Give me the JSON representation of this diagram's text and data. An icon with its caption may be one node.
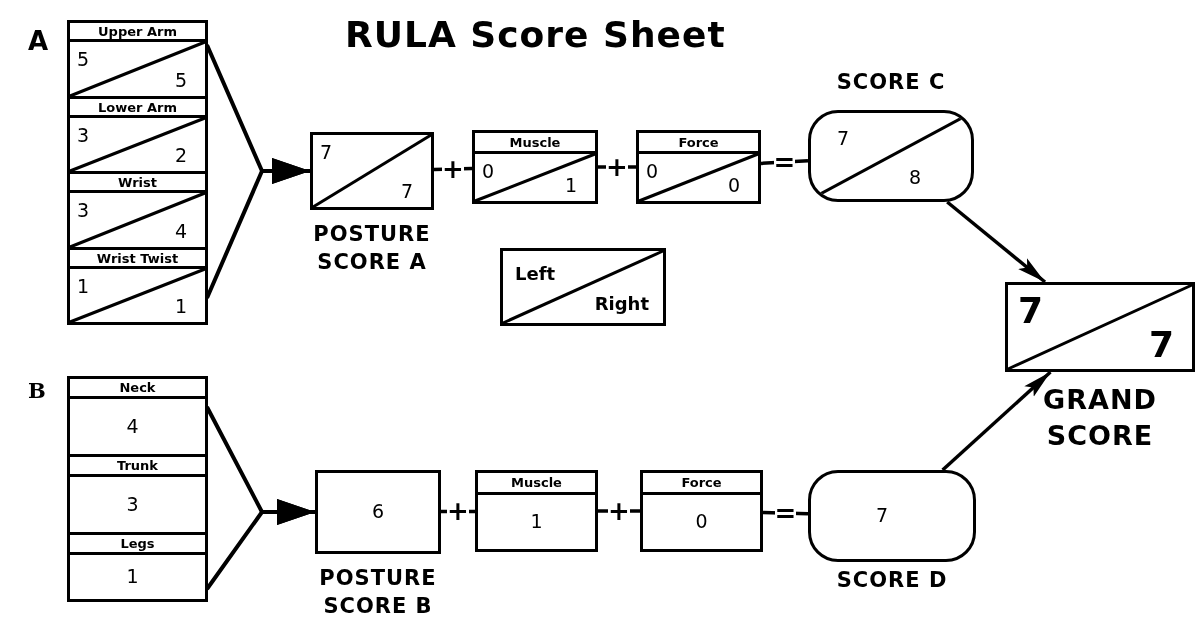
{
  "diagram": {
    "title": "RULA Score Sheet",
    "nodes": [
      {
        "text": [],
        "shape": "box"
      },
      {
        "text": [
          "Upper Arm",
          "5",
          "5"
        ],
        "in": 0
      },
      {
        "text": [
          "Lower Arm",
          "3",
          "2"
        ],
        "in": 0
      },
      {
        "text": [
          "Wrist",
          "3",
          "4"
        ],
        "in": 0
      },
      {
        "text": [
          "Wrist Twist",
          "1",
          "1"
        ],
        "in": 0
      },
      {
        "text": [
          "7",
          "7"
        ],
        "beside": [
          "POSTURE SCORE A"
        ]
      },
      {
        "text": [
          "Muscle",
          "0",
          "1"
        ]
      },
      {
        "text": [
          "Force",
          "0",
          "0"
        ]
      },
      {
        "text": [
          "7",
          "8"
        ],
        "beside": [
          "SCORE C"
        ]
      },
      {
        "text": [
          "Left",
          "Right"
        ]
      },
      {
        "text": [
          "7",
          "7"
        ],
        "beside": [
          "GRAND SCORE"
        ]
      },
      {
        "text": [],
        "shape": "box"
      },
      {
        "text": [
          "Neck",
          "4"
        ],
        "in": 11
      },
      {
        "text": [
          "Trunk",
          "3"
        ],
        "in": 11
      },
      {
        "text": [
          "Legs",
          "1"
        ],
        "in": 11
      },
      {
        "text": [
          "6"
        ],
        "beside": [
          "POSTURE SCORE B"
        ]
      },
      {
        "text": [
          "Muscle",
          "1"
        ]
      },
      {
        "text": [
          "Force",
          "0"
        ]
      },
      {
        "text": [
          "7"
        ],
        "beside": [
          "SCORE D"
        ]
      }
    ],
    "edges": [
      {
        "from": 1,
        "to": 5,
        "arrow": "to"
      },
      {
        "from": 4,
        "to": 5,
        "arrow": "to"
      },
      {
        "from": 5,
        "to": 6,
        "arrow": "none",
        "label": "+"
      },
      {
        "from": 6,
        "to": 7,
        "arrow": "none",
        "label": "+"
      },
      {
        "from": 7,
        "to": 8,
        "arrow": "none",
        "label": "="
      },
      {
        "from": 8,
        "to": 10,
        "arrow": "to"
      },
      {
        "from": 12,
        "to": 15,
        "arrow": "to"
      },
      {
        "from": 14,
        "to": 15,
        "arrow": "to"
      },
      {
        "from": 15,
        "to": 16,
        "arrow": "none",
        "label": "+"
      },
      {
        "from": 16,
        "to": 17,
        "arrow": "none",
        "label": "+"
      },
      {
        "from": 17,
        "to": 18,
        "arrow": "none",
        "label": "="
      },
      {
        "from": 18,
        "to": 10,
        "arrow": "to"
      }
    ],
    "labels": [
      "A",
      "B"
    ]
  }
}
